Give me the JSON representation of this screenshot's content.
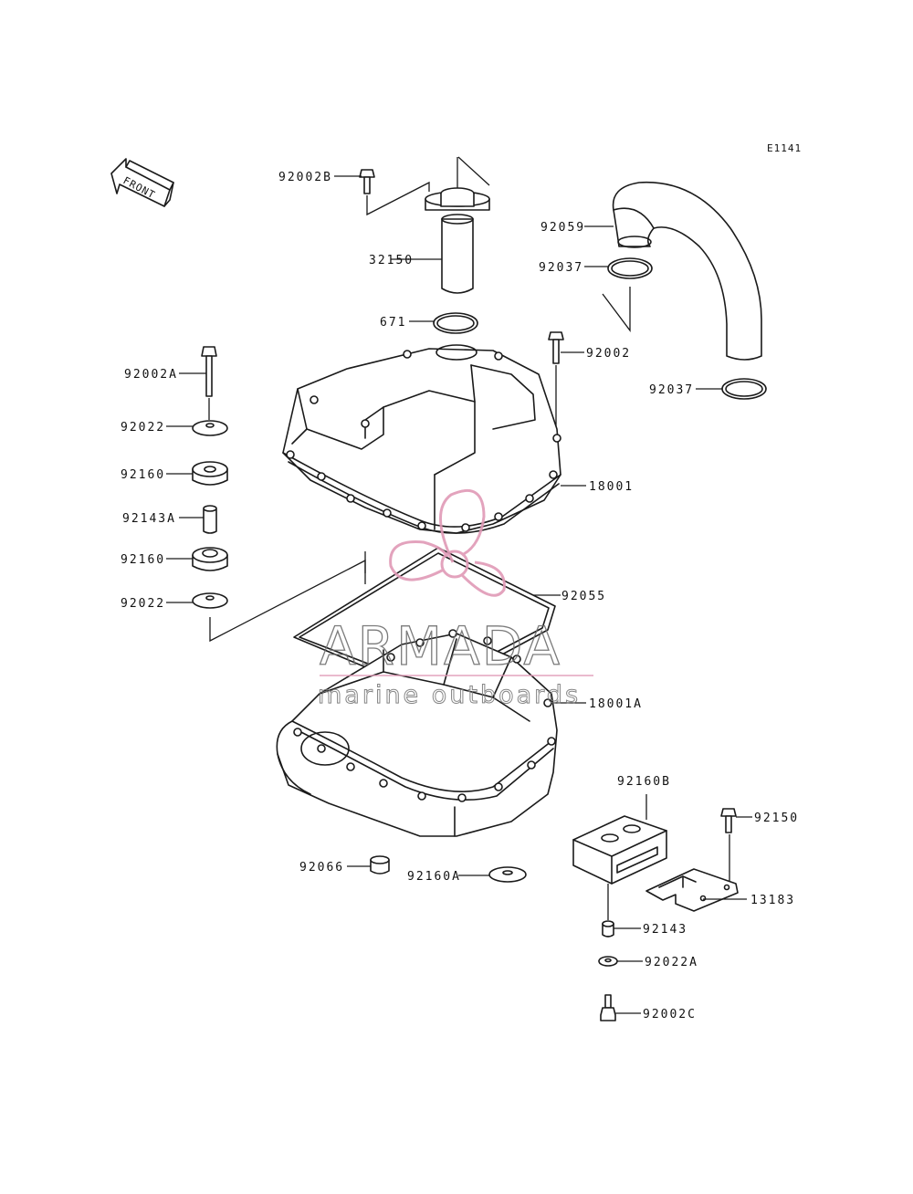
{
  "diagram_code": "E1141",
  "front_label": "FRONT",
  "watermark": {
    "brand": "ARMADA",
    "tagline": "marine outboards",
    "accent": "#e09ab6"
  },
  "parts": {
    "p92002B": "92002B",
    "p32150": "32150",
    "p671": "671",
    "p92059": "92059",
    "p92037_top": "92037",
    "p92037_bot": "92037",
    "p92002": "92002",
    "p92002A": "92002A",
    "p92022_top": "92022",
    "p92160_top": "92160",
    "p92143A": "92143A",
    "p92160_bot": "92160",
    "p92022_bot": "92022",
    "p18001": "18001",
    "p92055": "92055",
    "p18001A": "18001A",
    "p92160B": "92160B",
    "p92150": "92150",
    "p13183": "13183",
    "p92066": "92066",
    "p92160A": "92160A",
    "p92143": "92143",
    "p92022A": "92022A",
    "p92002C": "92002C"
  }
}
